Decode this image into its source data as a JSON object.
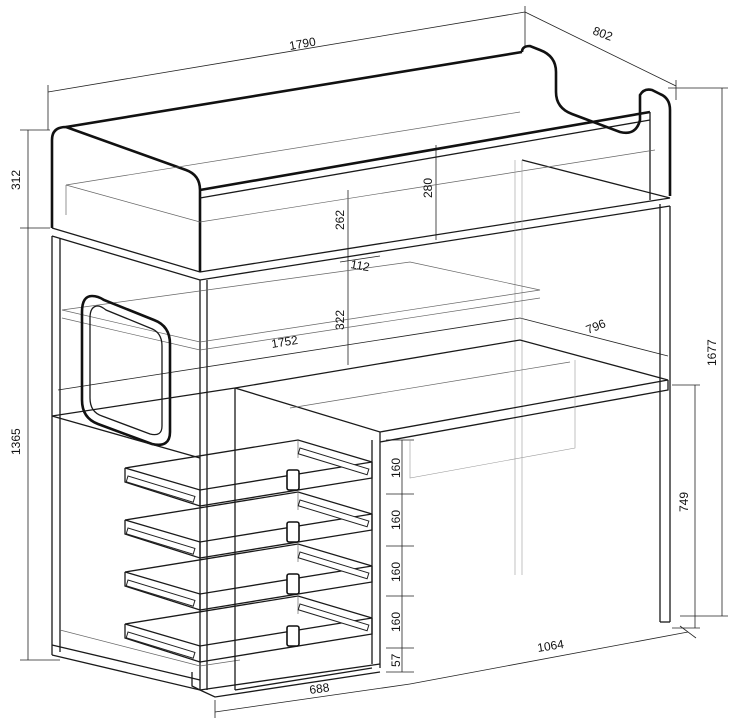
{
  "dimensions": {
    "overall_length": "1790",
    "overall_depth": "802",
    "overall_height": "1677",
    "guard_height": "312",
    "lower_height": "1365",
    "inner_length": "1752",
    "desk_depth": "796",
    "desk_height": "749",
    "desk_width": "1064",
    "drawer_unit_width": "688",
    "plinth_height": "57",
    "clear_height": "322",
    "panel_262": "262",
    "panel_280": "280",
    "panel_112": "112",
    "drawer_heights": [
      "160",
      "160",
      "160",
      "160"
    ]
  }
}
